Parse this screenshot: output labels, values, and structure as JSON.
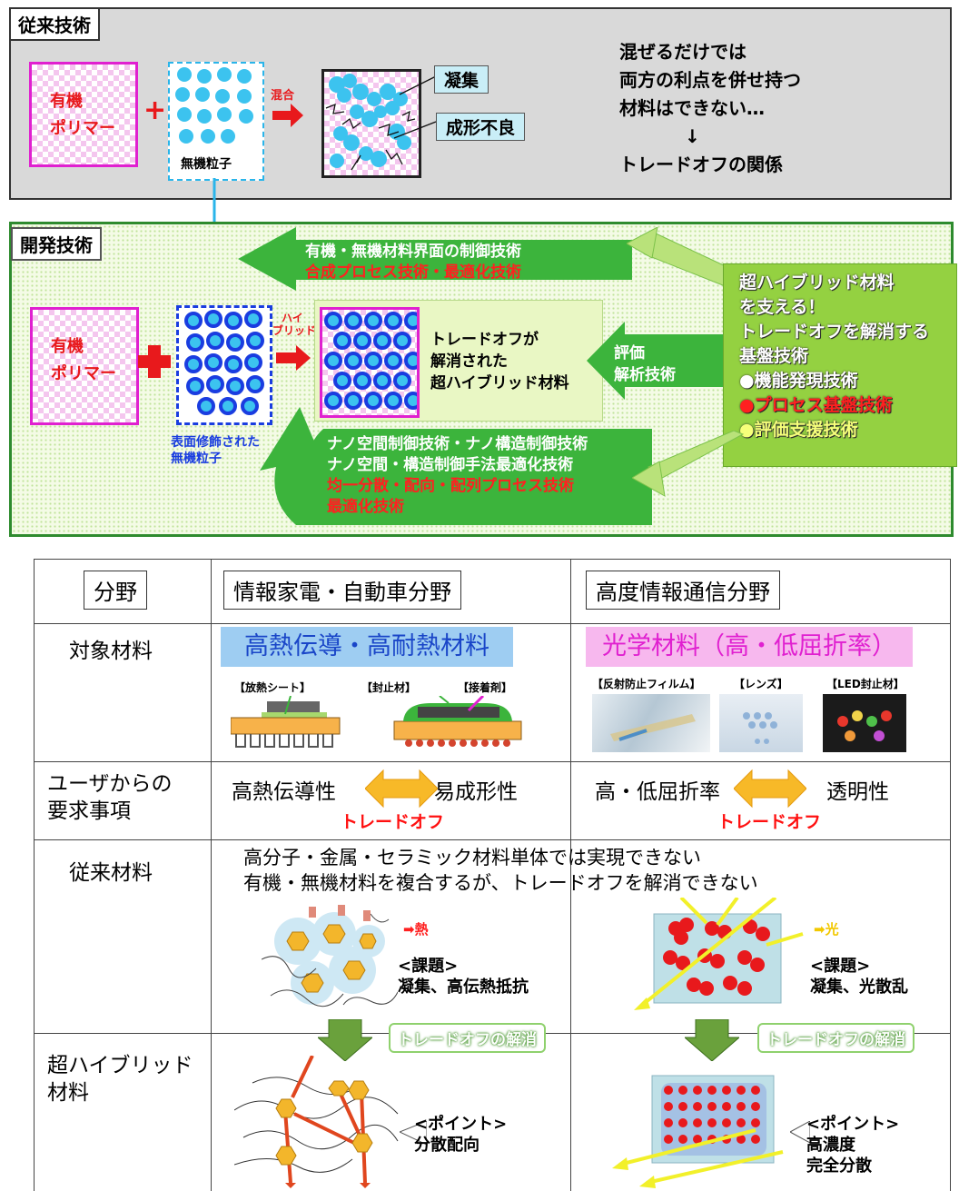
{
  "conventional": {
    "tab": "従来技術",
    "polymer": [
      "有機",
      "ポリマー"
    ],
    "plus": "+",
    "particles_label": "無機粒子",
    "mix_label": "混合",
    "aggregation": "凝集",
    "defect": "成形不良",
    "note": [
      "混ぜるだけでは",
      "両方の利点を併せ持つ",
      "材料はできない…",
      "↓",
      "トレードオフの関係"
    ]
  },
  "development": {
    "tab": "開発技術",
    "polymer": [
      "有機",
      "ポリマー"
    ],
    "hybrid_label": [
      "ハイ",
      "ブリッド"
    ],
    "surface_particles": [
      "表面修飾された",
      "無機粒子"
    ],
    "result": [
      "トレードオフが",
      "解消された",
      "超ハイブリッド材料"
    ],
    "top_arrow": [
      "有機・無機材料界面の制御技術",
      "合成プロセス技術・最適化技術"
    ],
    "eval_arrow": [
      "評価",
      "解析技術"
    ],
    "bottom_arrow": [
      "ナノ空間制御技術・ナノ構造制御技術",
      "ナノ空間・構造制御手法最適化技術",
      "均一分散・配向・配列プロセス技術",
      "最適化技術"
    ],
    "base": [
      "超ハイブリッド材料",
      "を支える！",
      "トレードオフを解消する",
      "基盤技術"
    ],
    "base_items": [
      "●機能発現技術",
      "●プロセス基盤技術",
      "●評価支援技術"
    ]
  },
  "table": {
    "header": {
      "field": "分野",
      "col1": "情報家電・自動車分野",
      "col2": "高度情報通信分野"
    },
    "rows": {
      "target": "対象材料",
      "requirement": [
        "ユーザからの",
        "要求事項"
      ],
      "conventional": "従来材料",
      "hybrid": [
        "超ハイブリッド",
        "材料"
      ]
    },
    "col1": {
      "material": "高熱伝導・高耐熱材料",
      "labels": [
        "【放熱シート】",
        "【封止材】",
        "【接着剤】"
      ],
      "req_left": "高熱伝導性",
      "req_right": "易成形性",
      "tradeoff": "トレードオフ",
      "heat": "➡熱",
      "issue": [
        "<課題>",
        "凝集、高伝熱抵抗"
      ],
      "point": [
        "<ポイント>",
        "分散配向"
      ]
    },
    "col2": {
      "material": "光学材料（高・低屈折率）",
      "labels": [
        "【反射防止フィルム】",
        "【レンズ】",
        "【LED封止材】"
      ],
      "req_left": "高・低屈折率",
      "req_right": "透明性",
      "tradeoff": "トレードオフ",
      "light": "➡光",
      "issue": [
        "<課題>",
        "凝集、光散乱"
      ],
      "point": [
        "<ポイント>",
        "高濃度",
        "完全分散"
      ]
    },
    "conventional_text": [
      "高分子・金属・セラミック材料単体では実現できない",
      "有機・無機材料を複合するが、トレードオフを解消できない"
    ],
    "resolve": "トレードオフの解消"
  },
  "colors": {
    "green": "#3cb43c",
    "red": "#ff2020",
    "pink": "#e020d0",
    "blue": "#1a3de0",
    "cyan": "#3cc3ef"
  }
}
